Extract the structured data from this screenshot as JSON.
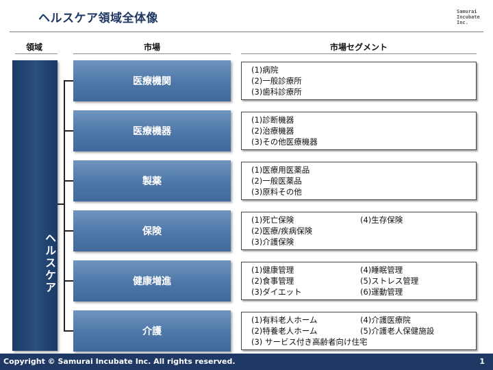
{
  "title": "ヘルスケア領域全体像",
  "logo": [
    "Samurai",
    "Incubate",
    "Inc."
  ],
  "headers": {
    "domain": "領域",
    "market": "市場",
    "segment": "市場セグメント"
  },
  "domain_label": "ヘルスケア",
  "markets": [
    {
      "name": "医療機関",
      "segments": [
        [
          "(1)病院",
          ""
        ],
        [
          "(2)一般診療所",
          ""
        ],
        [
          "(3)歯科診療所",
          ""
        ]
      ]
    },
    {
      "name": "医療機器",
      "segments": [
        [
          "(1)診断機器",
          ""
        ],
        [
          "(2)治療機器",
          ""
        ],
        [
          "(3)その他医療機器",
          ""
        ]
      ]
    },
    {
      "name": "製薬",
      "segments": [
        [
          "(1)医療用医薬品",
          ""
        ],
        [
          "(2)一般医薬品",
          ""
        ],
        [
          "(3)原料その他",
          ""
        ]
      ]
    },
    {
      "name": "保険",
      "segments": [
        [
          "(1)死亡保険",
          "(4)生存保険"
        ],
        [
          "(2)医療/疾病保険",
          ""
        ],
        [
          "(3)介護保険",
          ""
        ]
      ]
    },
    {
      "name": "健康増進",
      "segments": [
        [
          "(1)健康管理",
          "(4)睡眠管理"
        ],
        [
          "(2)食事管理",
          "(5)ストレス管理"
        ],
        [
          "(3)ダイエット",
          "(6)運動管理"
        ]
      ]
    },
    {
      "name": "介護",
      "segments": [
        [
          "(1)有料老人ホーム",
          "(4)介護医療院"
        ],
        [
          "(2)特養老人ホーム",
          "(5)介護老人保健施設"
        ],
        [
          "(3) サービス付き高齢者向け住宅",
          ""
        ]
      ]
    }
  ],
  "footer": {
    "copyright": "Copyright © Samurai Incubate Inc. All rights reserved.",
    "page": "1"
  }
}
